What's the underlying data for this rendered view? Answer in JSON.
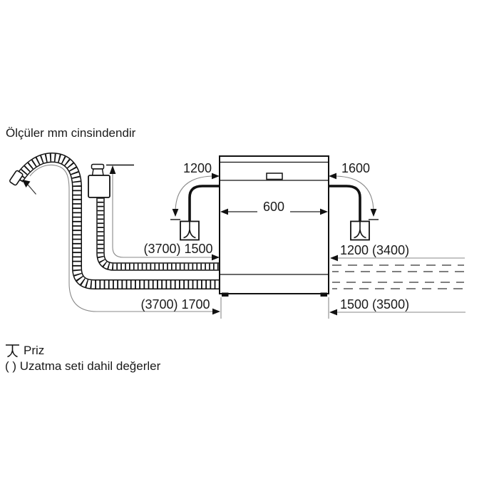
{
  "note": "Ölçüler mm cinsindendir",
  "dimensions": {
    "left_cable": "1200",
    "right_cable": "1600",
    "appliance_width": "600",
    "supply_hose": "(3700) 1500",
    "drain_hose": "(3700) 1700",
    "right_supply_hose": "1200 (3400)",
    "right_drain_hose": "1500 (3500)"
  },
  "legend": {
    "socket": "Priz",
    "brackets": "( ) Uzatma seti dahil değerler"
  },
  "icons": {
    "socket": "socket-icon",
    "drain_outlet_arrow": "flow-arrow-icon"
  },
  "colors": {
    "line": "#111111",
    "dimension_line": "#8a8a8a",
    "background": "#ffffff"
  }
}
